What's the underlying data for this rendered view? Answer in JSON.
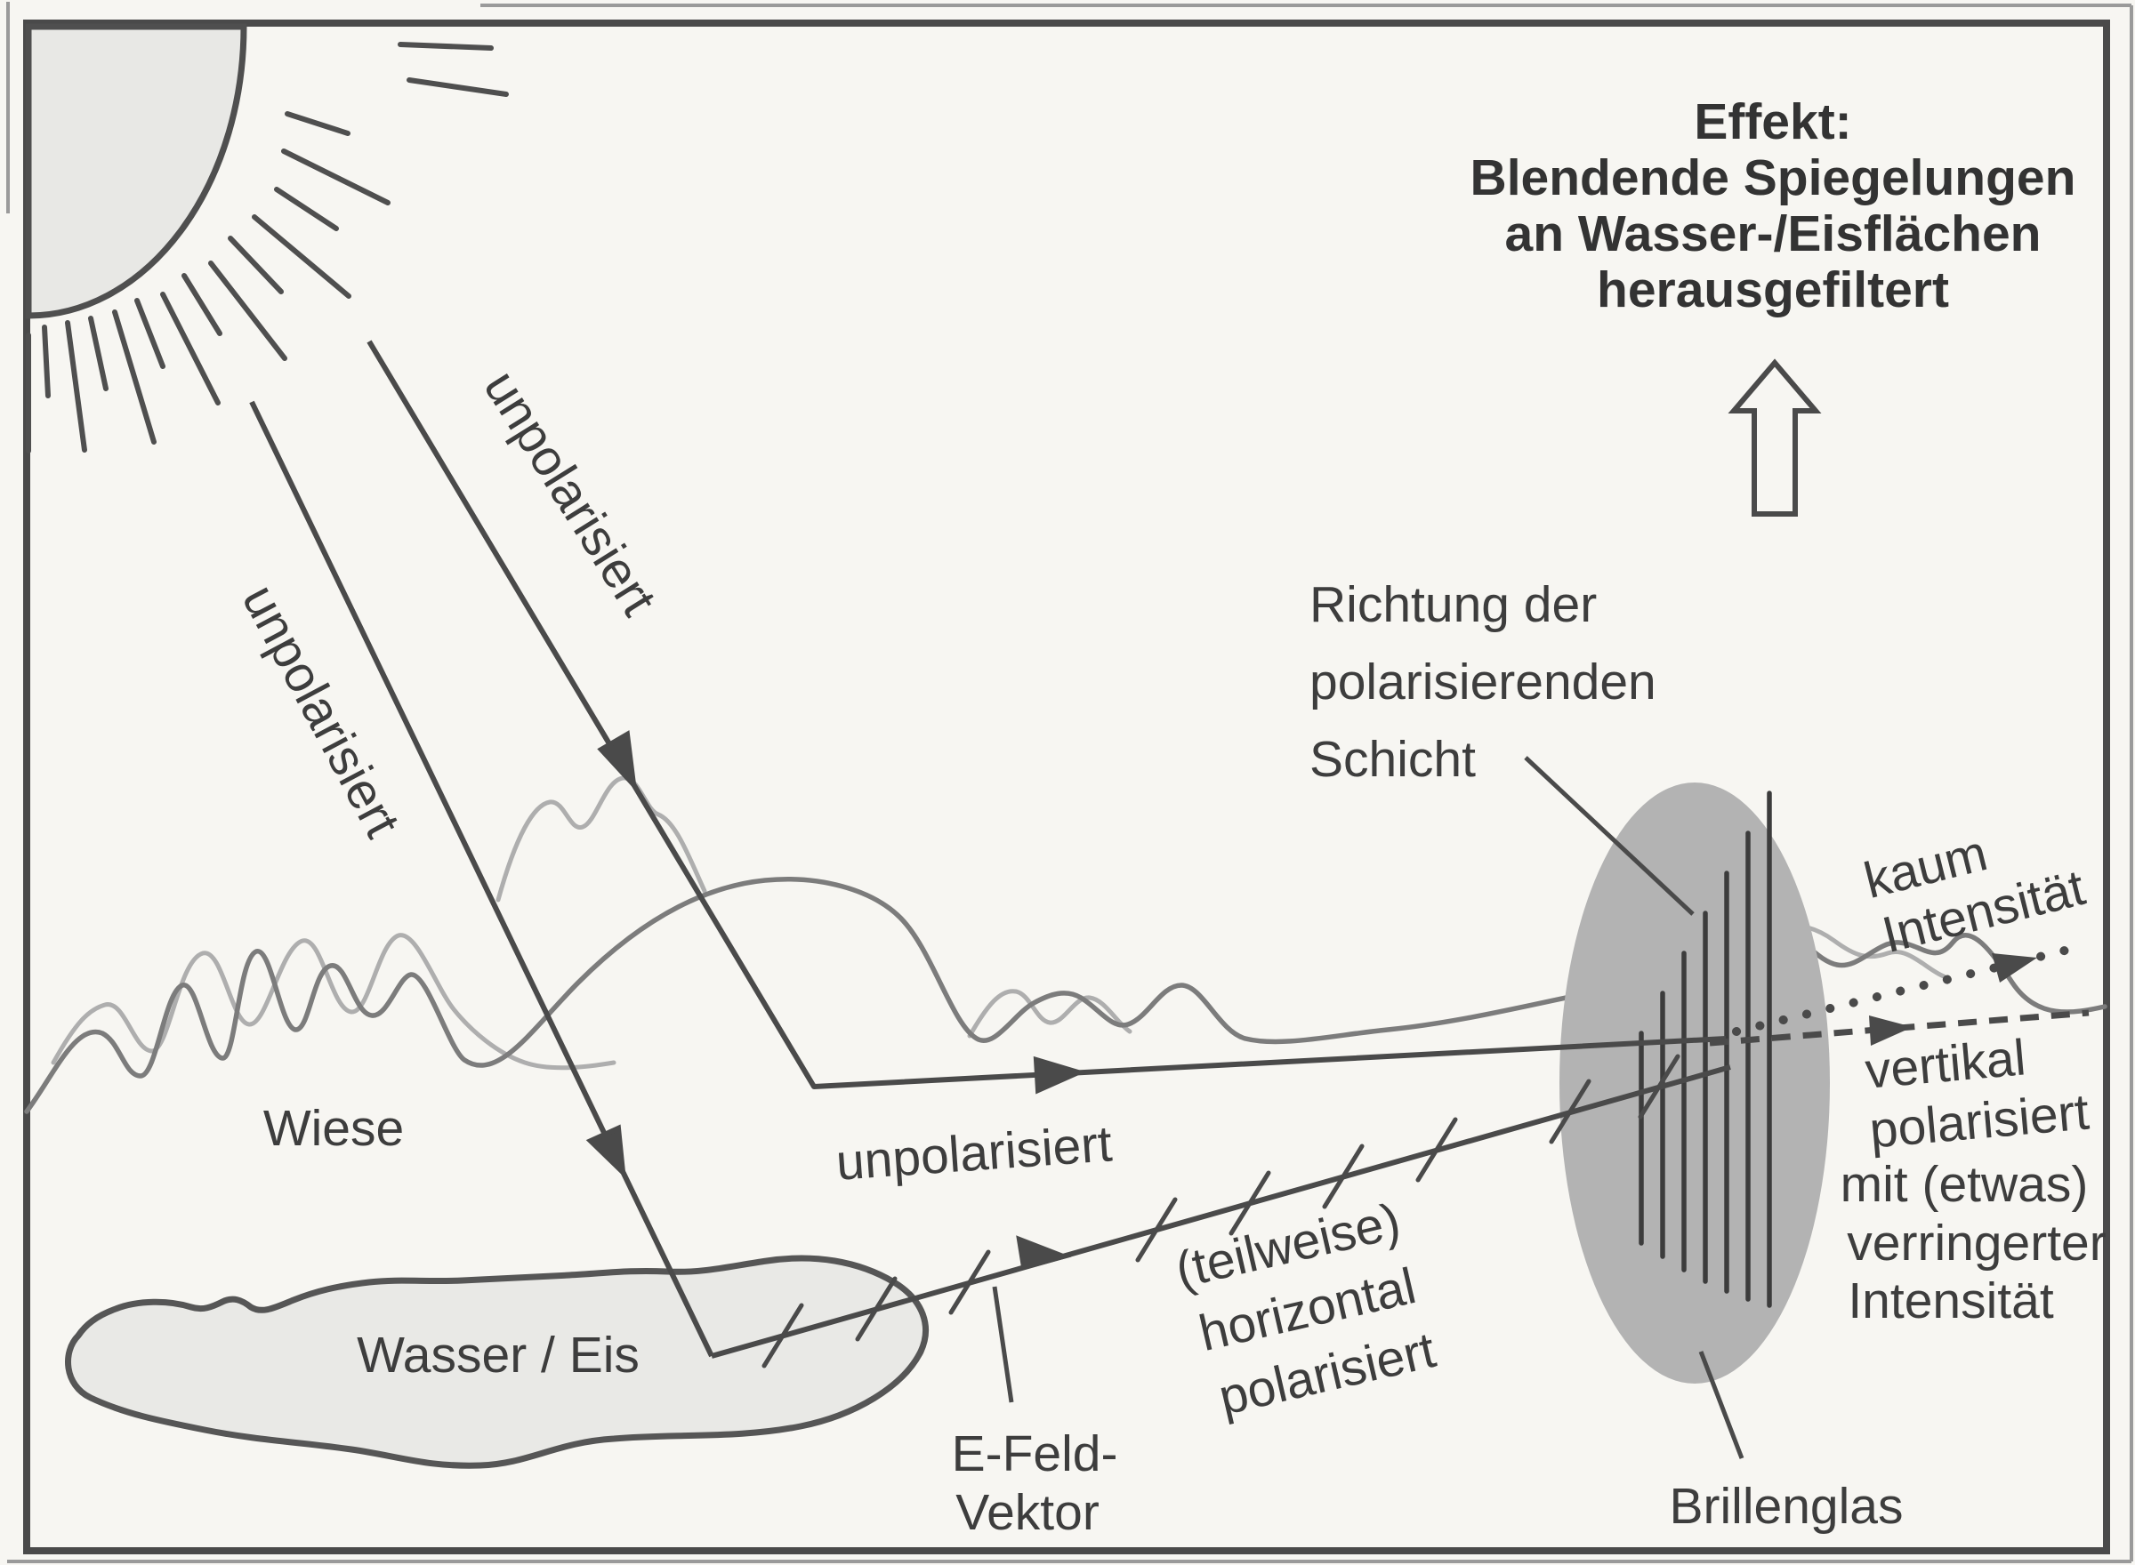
{
  "title": "Polarisationsfilter Diagramm (Brillenglas)",
  "labels": {
    "effekt_line1": "Effekt:",
    "effekt_line2": "Blendende Spiegelungen",
    "effekt_line3": "an Wasser-/Eisflächen",
    "effekt_line4": "herausgefiltert",
    "ray_a_label": "unpolarisiert",
    "ray_b_label": "unpolarisiert",
    "horizontal_ray_label": "unpolarisiert",
    "richtung_line1": "Richtung der",
    "richtung_line2": "polarisierenden",
    "richtung_line3": "Schicht",
    "kaum_line1": "kaum",
    "kaum_line2": "Intensität",
    "vertikal_line1": "vertikal",
    "vertikal_line2": "polarisiert",
    "vertikal_line3": "mit (etwas)",
    "vertikal_line4": "verringerter",
    "vertikal_line5": "Intensität",
    "teilweise_line1": "(teilweise)",
    "teilweise_line2": "horizontal",
    "teilweise_line3": "polarisiert",
    "efeld_line1": "E-Feld-",
    "efeld_line2": "Vektor",
    "wiese": "Wiese",
    "wasser_eis": "Wasser / Eis",
    "brillenglas": "Brillenglas"
  },
  "icons": {
    "sun": "sun-icon",
    "up_block_arrow": "arrow-up-icon",
    "lens": "lens-ellipse",
    "polarizer_lines": "polarizer-direction-lines"
  },
  "colors": {
    "paper": "#f7f6f2",
    "ink": "#474747",
    "text": "#3d3d3d",
    "sun_fill": "#e8e8e5",
    "water_fill": "#e9e9e6",
    "lens_fill": "#b3b3b3",
    "mountain_dark": "#7c7c7c",
    "mountain_light": "#aeaeae"
  }
}
